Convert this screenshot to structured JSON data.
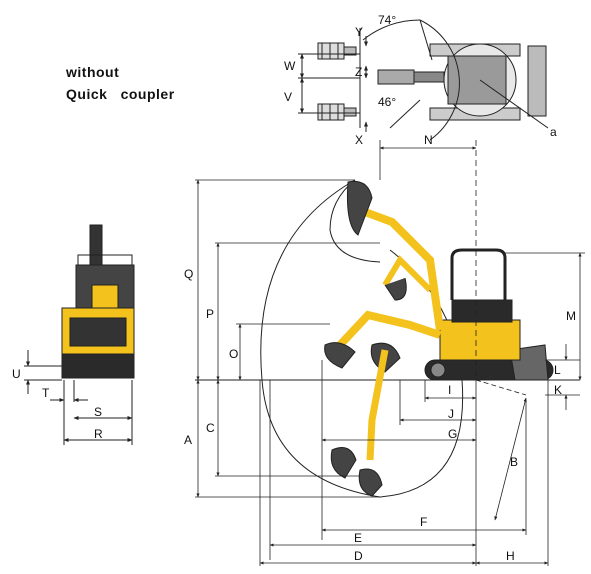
{
  "caption": {
    "line1": "without",
    "line2": "Quick   coupler"
  },
  "colors": {
    "machine_yellow": "#f3c21c",
    "machine_dark": "#2a2a2a",
    "line": "#222222"
  },
  "top_view": {
    "angle_swing_right": "74°",
    "angle_swing_left": "46°",
    "dims": {
      "Y": "Y",
      "W": "W",
      "Z": "Z",
      "V": "V",
      "X": "X",
      "a": "a"
    }
  },
  "front_view": {
    "dims": {
      "U": "U",
      "T": "T",
      "S": "S",
      "R": "R"
    }
  },
  "side_view": {
    "dims": {
      "N": "N",
      "Q": "Q",
      "P": "P",
      "O": "O",
      "M": "M",
      "L": "L",
      "K": "K",
      "I": "I",
      "J": "J",
      "G": "G",
      "A": "A",
      "C": "C",
      "B": "B",
      "F": "F",
      "E": "E",
      "D": "D",
      "H": "H"
    }
  }
}
